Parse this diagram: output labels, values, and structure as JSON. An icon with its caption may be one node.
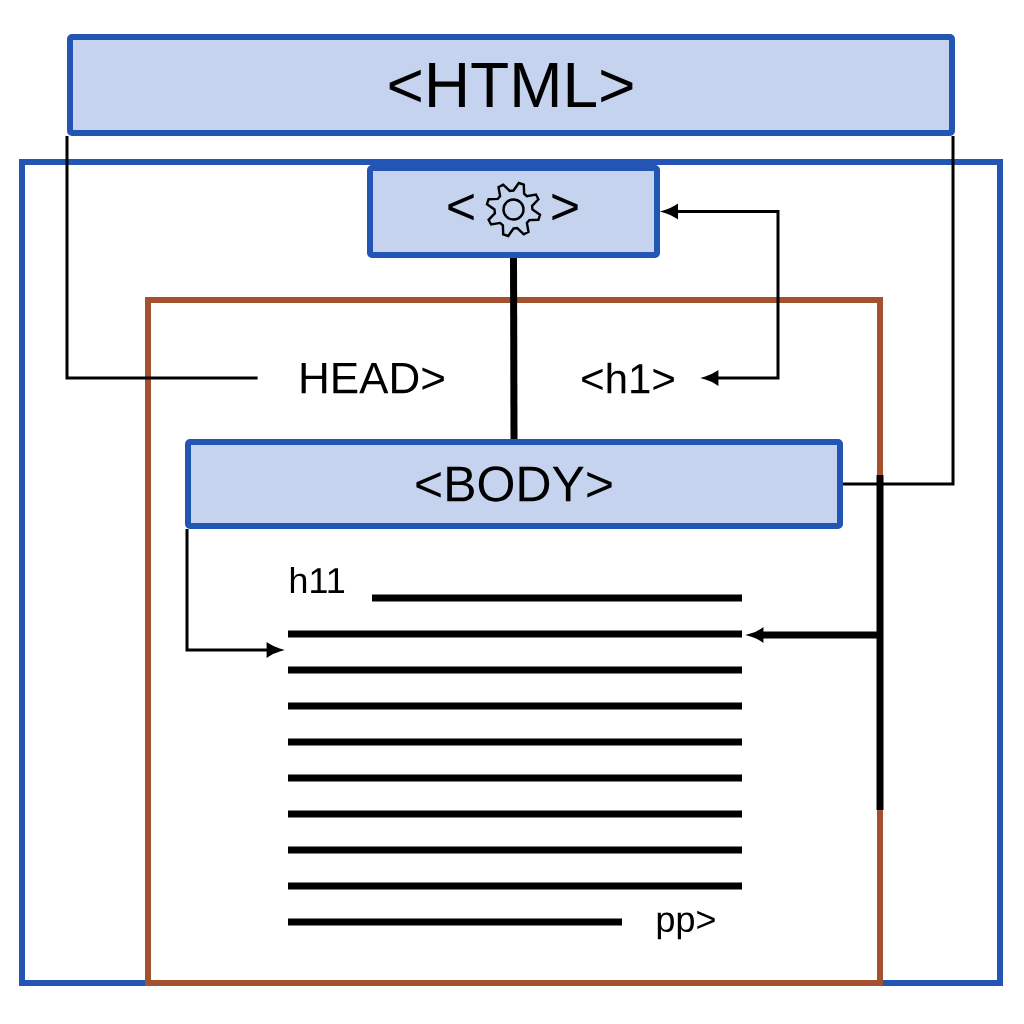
{
  "diagram": {
    "nodes": [
      {
        "text": [
          "<HTML>"
        ]
      },
      {
        "text": [],
        "shape": "box"
      },
      {
        "text": [
          "<",
          ">"
        ],
        "in": 1
      },
      {
        "text": [],
        "shape": "box",
        "in": 1
      },
      {
        "text": [
          "HEAD>"
        ],
        "in": 3
      },
      {
        "text": [
          "<h1>"
        ],
        "in": 3
      },
      {
        "text": [
          "<BODY>"
        ],
        "in": 3
      },
      {
        "text": [
          "h11",
          "pp>"
        ],
        "in": 3
      }
    ],
    "edges": [
      {
        "from": 0,
        "to": 4,
        "arrow": "none"
      },
      {
        "from": 2,
        "to": 6,
        "arrow": "none",
        "style": "thick"
      },
      {
        "from": 2,
        "to": 5,
        "arrow": "both"
      },
      {
        "from": 6,
        "to": 7,
        "arrow": "to"
      },
      {
        "from": 0,
        "to": 6,
        "arrow": "none"
      },
      {
        "from": null,
        "to": 7,
        "arrow": "to",
        "style": "thick"
      }
    ]
  }
}
